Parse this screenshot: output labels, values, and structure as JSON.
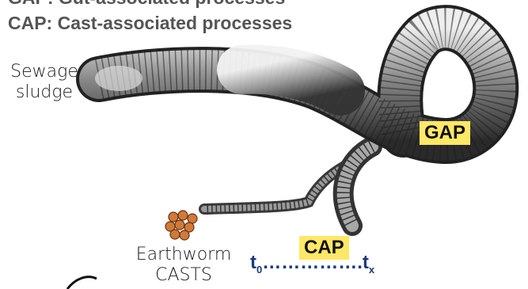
{
  "titles": {
    "line1": "GAP: Gut-associated processes",
    "line2": "CAP: Cast-associated processes"
  },
  "labels": {
    "sewage": "Sewage\nsludge",
    "casts": "Earthworm\nCASTS",
    "gap": "GAP",
    "cap": "CAP"
  },
  "timeline": {
    "start": "t",
    "start_sub": "0",
    "dots": "…………….",
    "end": "t",
    "end_sub": "x"
  },
  "colors": {
    "highlight": "#ffe866",
    "title": "#555555",
    "timeline": "#1a3a7a",
    "casts": "#d07a3a"
  }
}
